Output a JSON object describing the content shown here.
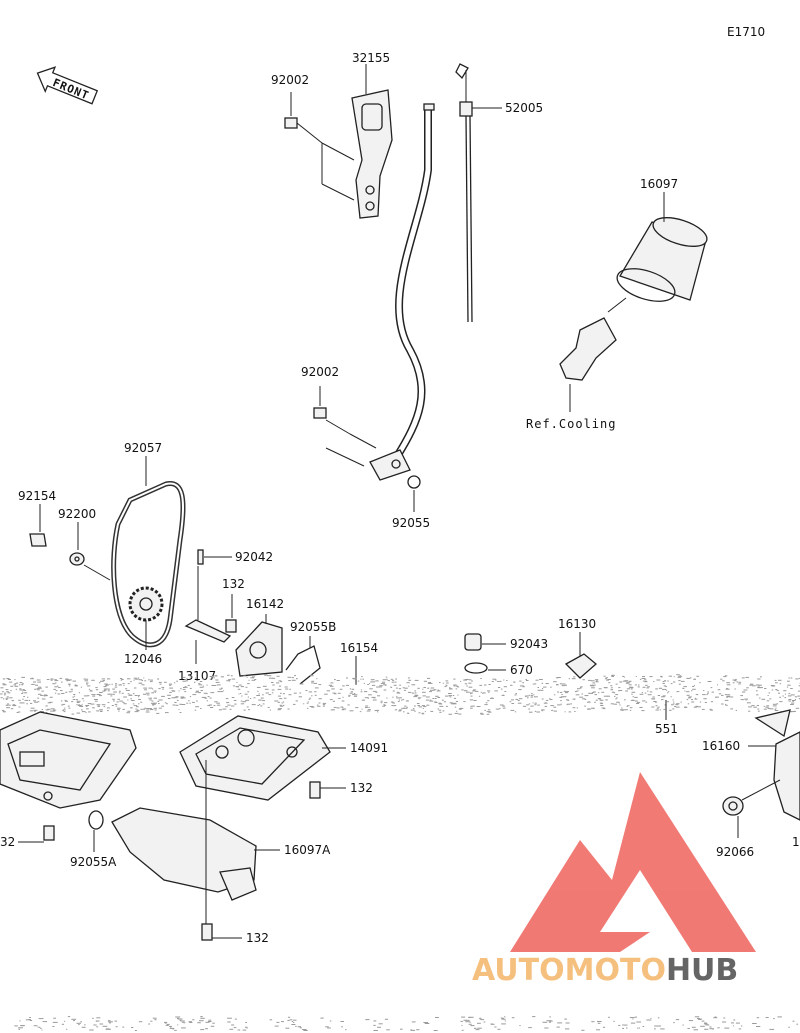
{
  "diagram_code": "E1710",
  "front_label": "FRONT",
  "watermark": {
    "text_a": "AUTOMOTO",
    "text_b": "HUB",
    "color_a": "#f5b971",
    "color_b": "#555555",
    "logo_color": "#ef6b66"
  },
  "parts": {
    "p32155": "32155",
    "p92002_top": "92002",
    "p52005": "52005",
    "p16097": "16097",
    "ref_cooling": "Ref.Cooling",
    "p92002_mid": "92002",
    "p92055": "92055",
    "p92057": "92057",
    "p92154": "92154",
    "p92200": "92200",
    "p92042": "92042",
    "p132_a": "132",
    "p16142": "16142",
    "p92055B": "92055B",
    "p16154": "16154",
    "p92043": "92043",
    "p16130": "16130",
    "p670": "670",
    "p12046": "12046",
    "p13107": "13107",
    "p551": "551",
    "p14091": "14091",
    "p16160": "16160",
    "p132_b": "132",
    "p132_c": "32",
    "p92055A": "92055A",
    "p16097A": "16097A",
    "p92066": "92066",
    "p132_d": "132",
    "p_edge": "1"
  }
}
